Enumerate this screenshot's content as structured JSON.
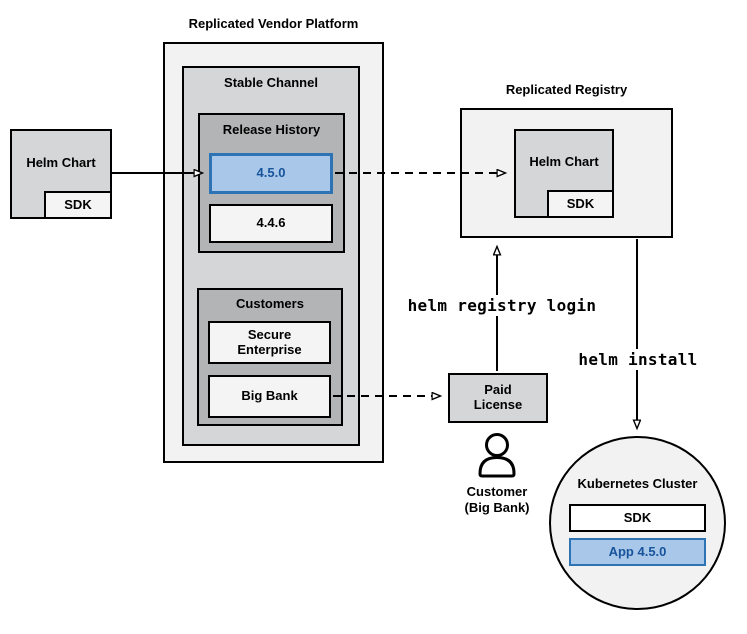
{
  "vendor_platform": {
    "title": "Replicated Vendor Platform",
    "stable_channel": {
      "title": "Stable Channel",
      "release_history": {
        "title": "Release History",
        "releases": [
          "4.5.0",
          "4.4.6"
        ]
      },
      "customers": {
        "title": "Customers",
        "items": [
          "Secure\nEnterprise",
          "Big Bank"
        ]
      }
    }
  },
  "helm_chart_source": {
    "label": "Helm Chart",
    "sdk_label": "SDK"
  },
  "registry": {
    "title": "Replicated Registry",
    "helm_chart_label": "Helm Chart",
    "sdk_label": "SDK"
  },
  "paid_license": {
    "label": "Paid\nLicense"
  },
  "customer": {
    "label": "Customer\n(Big Bank)",
    "icon": "person-icon"
  },
  "cluster": {
    "title": "Kubernetes Cluster",
    "sdk_label": "SDK",
    "app_label": "App 4.5.0"
  },
  "commands": {
    "registry_login": "helm registry login",
    "install": "helm install"
  },
  "colors": {
    "highlight_fill": "#a9c7e8",
    "highlight_border": "#2e74b5",
    "highlight_text": "#17549b",
    "container_pale": "#f2f2f2",
    "container_mid": "#d5d6d7",
    "container_dark": "#b3b4b5",
    "item_fill": "#f4f4f5",
    "line_color": "#000000"
  }
}
